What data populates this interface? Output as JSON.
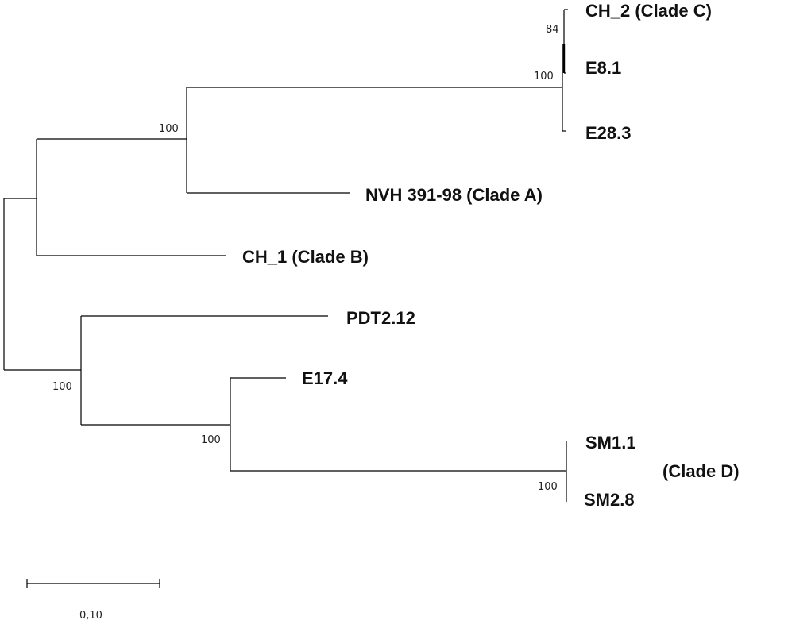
{
  "tree": {
    "taxa": {
      "ch2": "CH_2 (Clade C)",
      "e81": "E8.1",
      "e283": "E28.3",
      "nvh": "NVH 391-98 (Clade A)",
      "ch1": "CH_1 (Clade B)",
      "pdt": "PDT2.12",
      "e174": "E17.4",
      "sm11": "SM1.1",
      "sm28": "SM2.8"
    },
    "clade_d_label": "(Clade D)",
    "bootstrap": {
      "ch2_e81": "84",
      "clade_c": "100",
      "clade_ca": "100",
      "lower_group": "100",
      "e17_smgroup": "100",
      "sm_pair": "100"
    },
    "scale_bar": {
      "label": "0,10"
    }
  }
}
